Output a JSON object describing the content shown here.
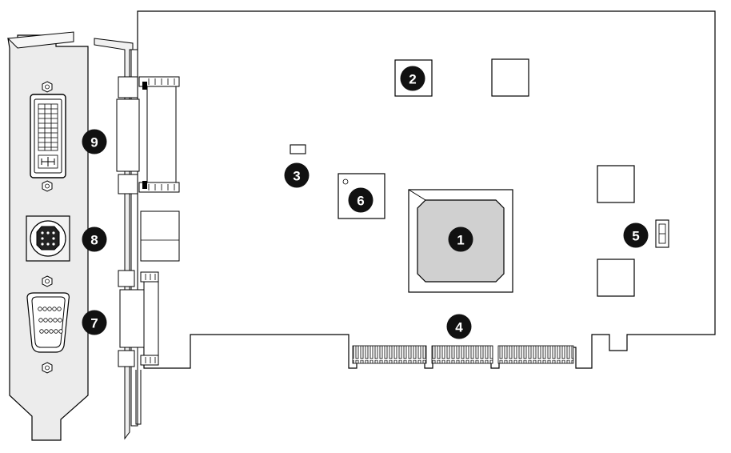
{
  "callouts": [
    {
      "id": "1",
      "label": "1"
    },
    {
      "id": "2",
      "label": "2"
    },
    {
      "id": "3",
      "label": "3"
    },
    {
      "id": "4",
      "label": "4"
    },
    {
      "id": "5",
      "label": "5"
    },
    {
      "id": "6",
      "label": "6"
    },
    {
      "id": "7",
      "label": "7"
    },
    {
      "id": "8",
      "label": "8"
    },
    {
      "id": "9",
      "label": "9"
    }
  ],
  "colors": {
    "line": "#000000",
    "bracket": "#e8e8e8",
    "board": "#ffffff",
    "gpu": "#d0d0d0",
    "callout": "#111111"
  }
}
